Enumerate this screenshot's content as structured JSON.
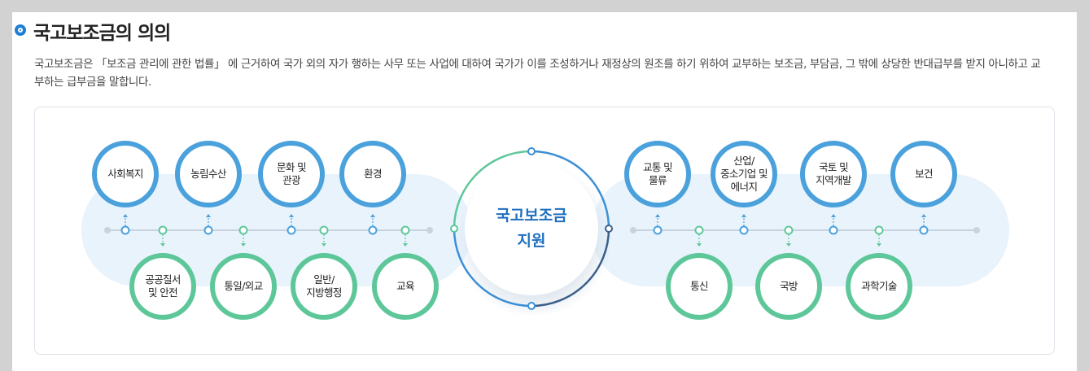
{
  "section": {
    "title": "국고보조금의 의의",
    "description": "국고보조금은 「보조금 관리에 관한 법률」 에 근거하여 국가 외의 자가 행하는 사무 또는 사업에 대하여 국가가 이를 조성하거나 재정상의 원조를 하기 위하여 교부하는 보조금, 부담금, 그 밖에 상당한 반대급부를 받지 아니하고 교부하는 급부금을 말합니다."
  },
  "diagram": {
    "center_label": "국고보조금\n지원",
    "left_top": [
      "사회복지",
      "농림수산",
      "문화 및\n관광",
      "환경"
    ],
    "left_bottom": [
      "공공질서\n및 안전",
      "통일/외교",
      "일반/\n지방행정",
      "교육"
    ],
    "right_top": [
      "교통 및\n물류",
      "산업/\n중소기업 및\n에너지",
      "국토 및\n지역개발",
      "보건"
    ],
    "right_bottom": [
      "통신",
      "국방",
      "과학기술"
    ],
    "colors": {
      "blue_node": "#4aa1dc",
      "green_node": "#5ec79a",
      "center_text": "#1f6fc0",
      "band": "#e9f3fc"
    }
  }
}
